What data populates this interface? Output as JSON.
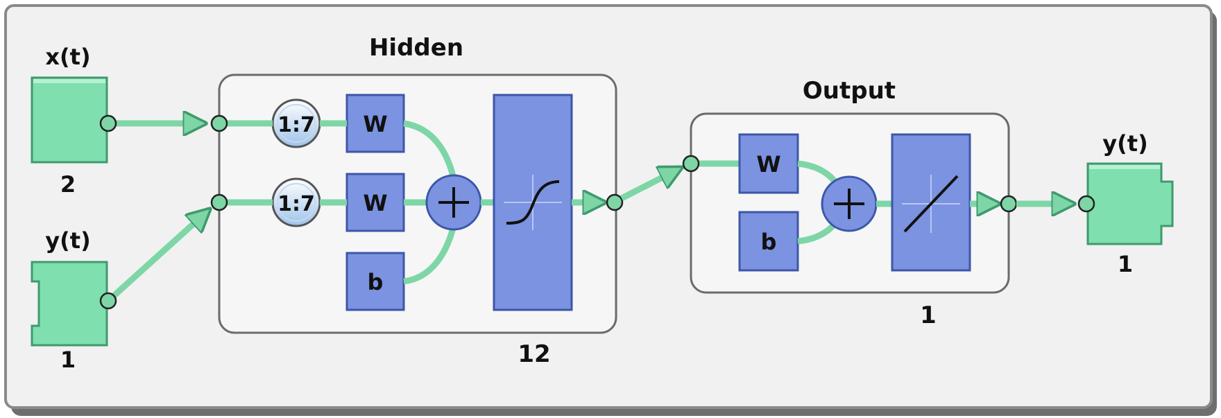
{
  "colors": {
    "io_block": "#7fdfae",
    "io_block_dark": "#3f9a6e",
    "layer_block": "#7b93e0",
    "layer_block_dark": "#3d56a8",
    "connector": "#7ed6a6",
    "panel_bg": "#f1f1f1",
    "frame": "#5a5a5a"
  },
  "inputs": {
    "x": {
      "label": "x(t)",
      "size": "2"
    },
    "y": {
      "label": "y(t)",
      "size": "1"
    }
  },
  "hidden": {
    "title": "Hidden",
    "size": "12",
    "delay_x": "1:7",
    "delay_y": "1:7",
    "weight_x": "W",
    "weight_y": "W",
    "bias": "b",
    "transfer_icon": "tansig-icon"
  },
  "output_layer": {
    "title": "Output",
    "size": "1",
    "weight": "W",
    "bias": "b",
    "transfer_icon": "purelin-icon"
  },
  "output": {
    "label": "y(t)",
    "size": "1"
  }
}
